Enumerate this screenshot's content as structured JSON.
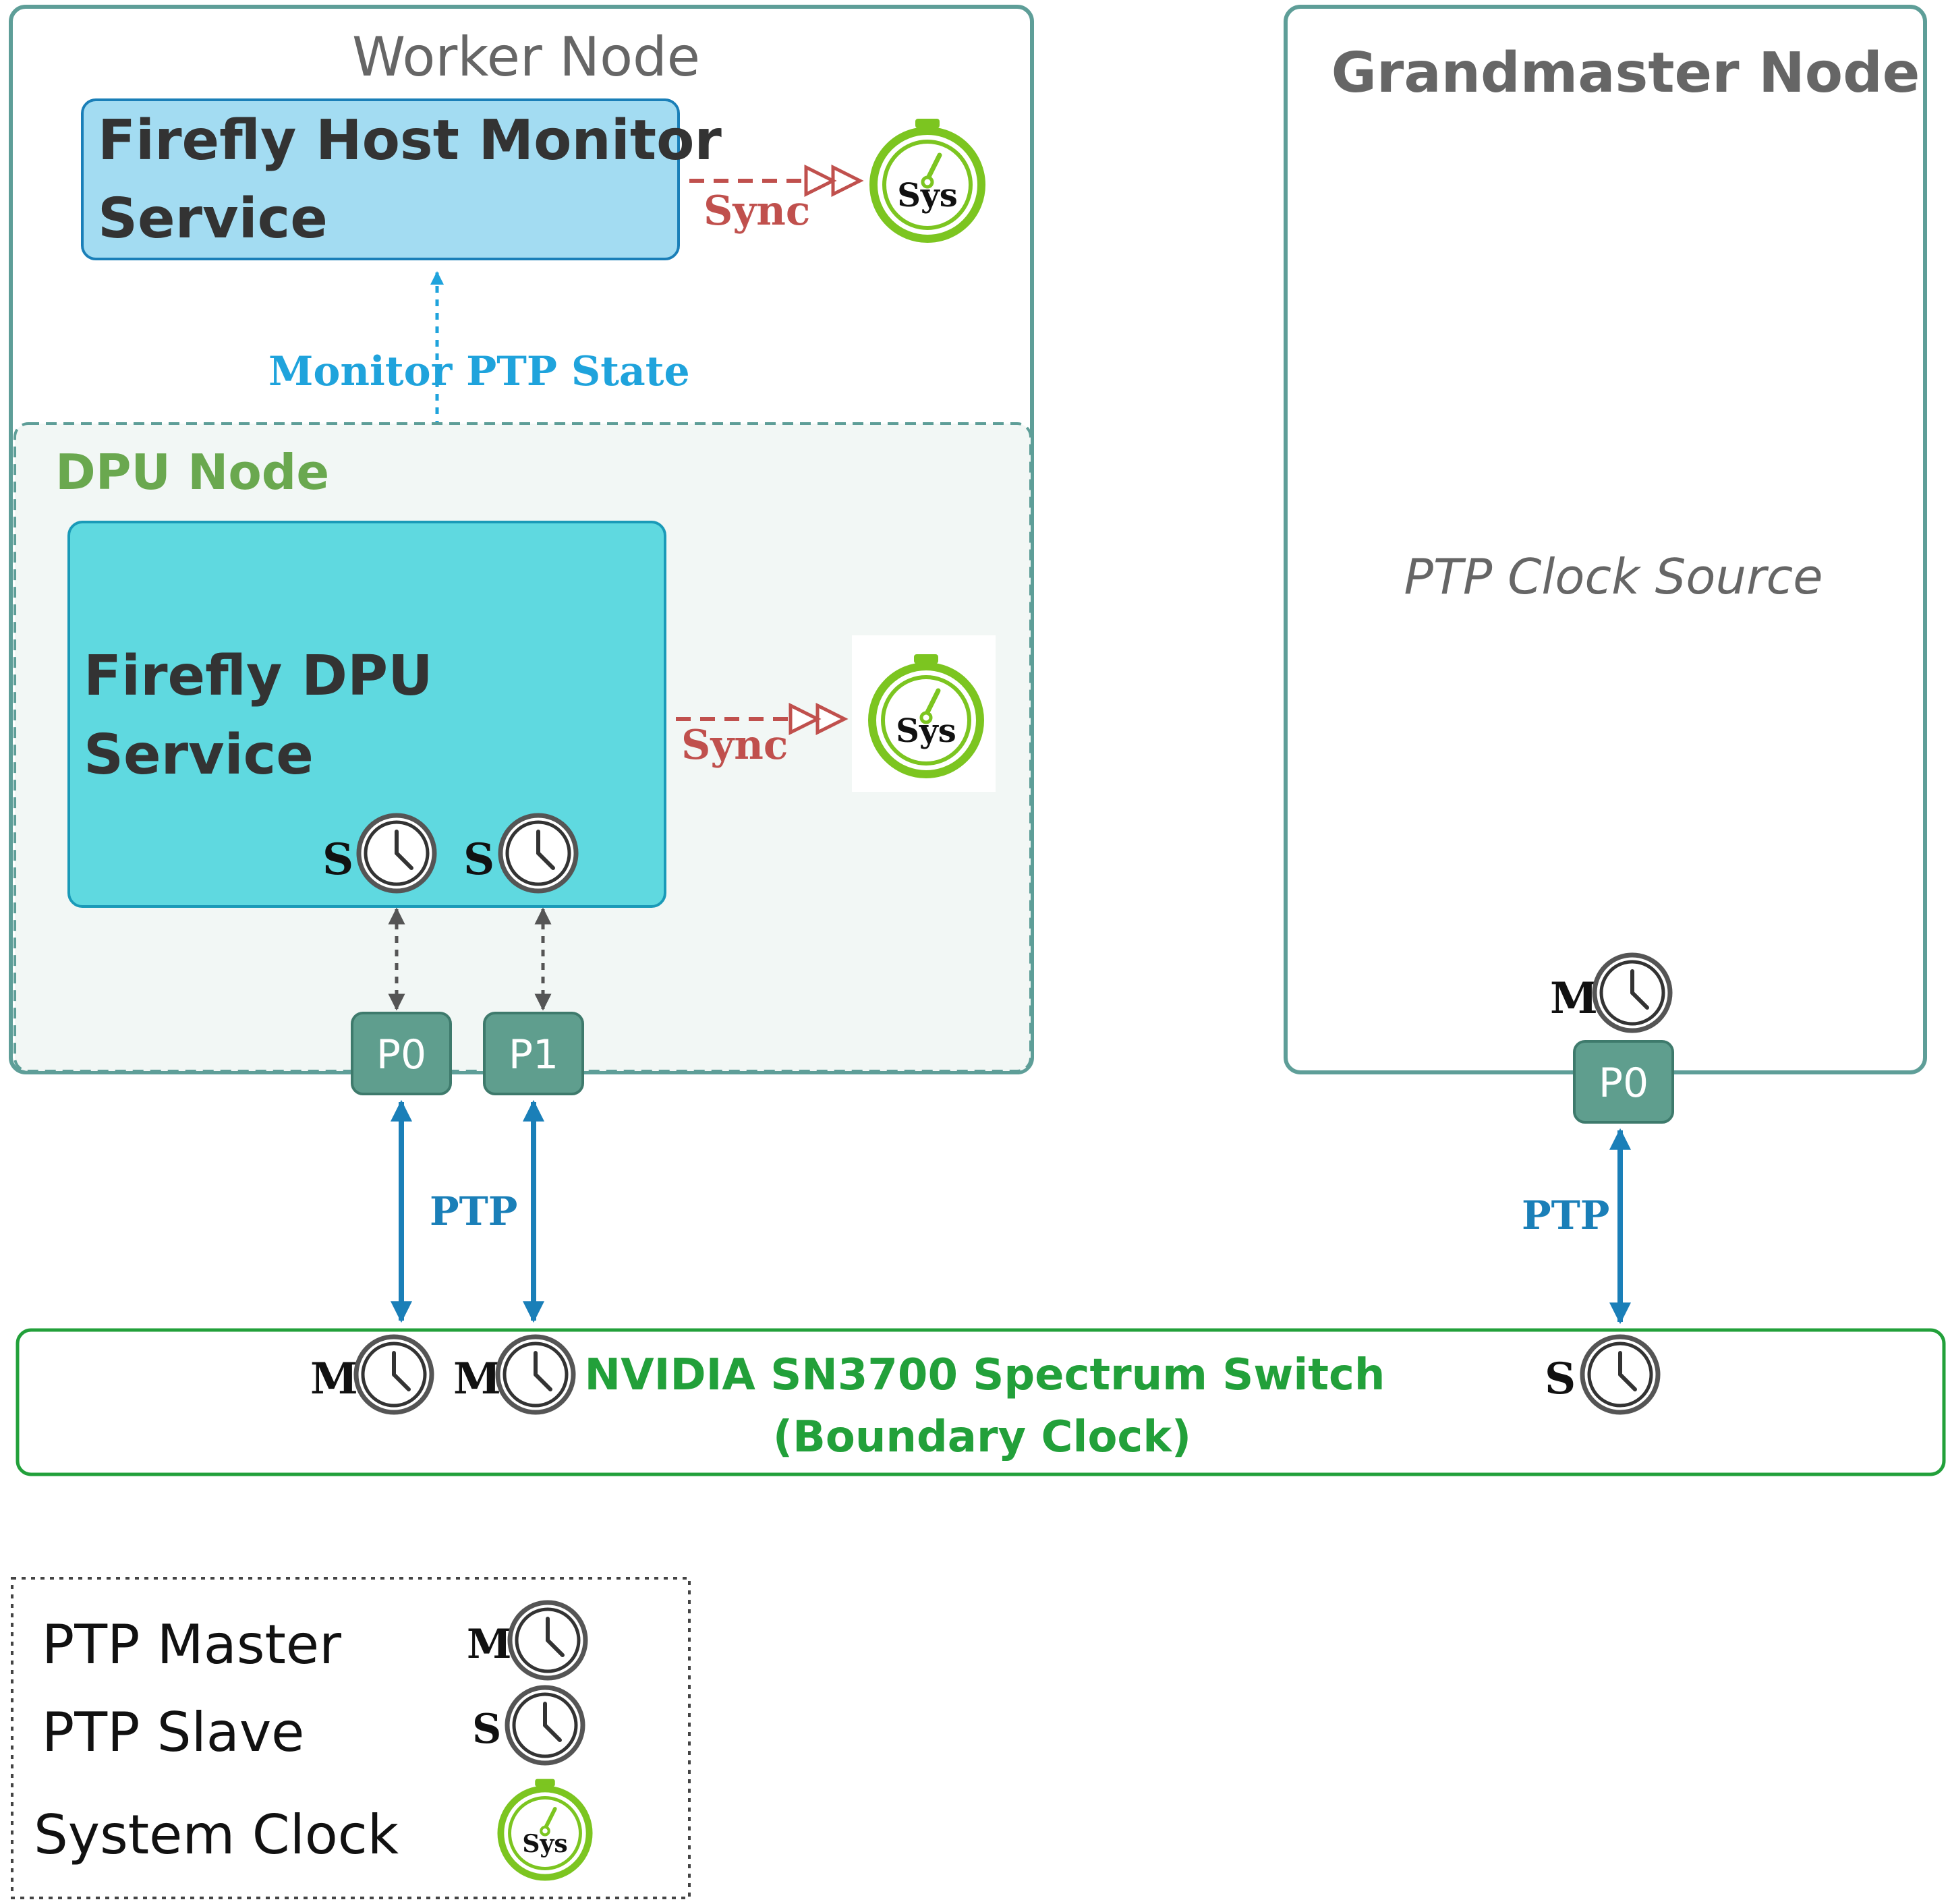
{
  "worker_node": {
    "title": "Worker Node"
  },
  "host_monitor": {
    "line1": "Firefly Host Monitor",
    "line2": "Service"
  },
  "monitor_link": {
    "label": "Monitor PTP State"
  },
  "dpu_node": {
    "title": "DPU Node"
  },
  "dpu_service": {
    "line1": "Firefly DPU",
    "line2": "Service"
  },
  "sync_label": "Sync",
  "sys_label": "Sys",
  "ports": {
    "p0": "P0",
    "p1": "P1",
    "gm_p0": "P0"
  },
  "ptp_label": "PTP",
  "clock_roles": {
    "master": "M",
    "slave": "S"
  },
  "grandmaster": {
    "title": "Grandmaster Node",
    "subtitle": "PTP Clock Source"
  },
  "switch": {
    "line1": "NVIDIA SN3700 Spectrum Switch",
    "line2": "(Boundary Clock)"
  },
  "legend": {
    "ptp_master": "PTP Master",
    "ptp_slave": "PTP Slave",
    "system_clock": "System Clock"
  },
  "colors": {
    "teal_border": "#5e9e98",
    "host_fill": "#a3dcf2",
    "dpu_fill": "#5fd9e0",
    "port_fill": "#5f9e8e",
    "sync_red": "#c0504d",
    "monitor_blue": "#1fa3dc",
    "ptp_blue": "#1a7fb8",
    "switch_green": "#22a03a",
    "dpu_green": "#6aa84f",
    "sys_green": "#7cc520"
  }
}
